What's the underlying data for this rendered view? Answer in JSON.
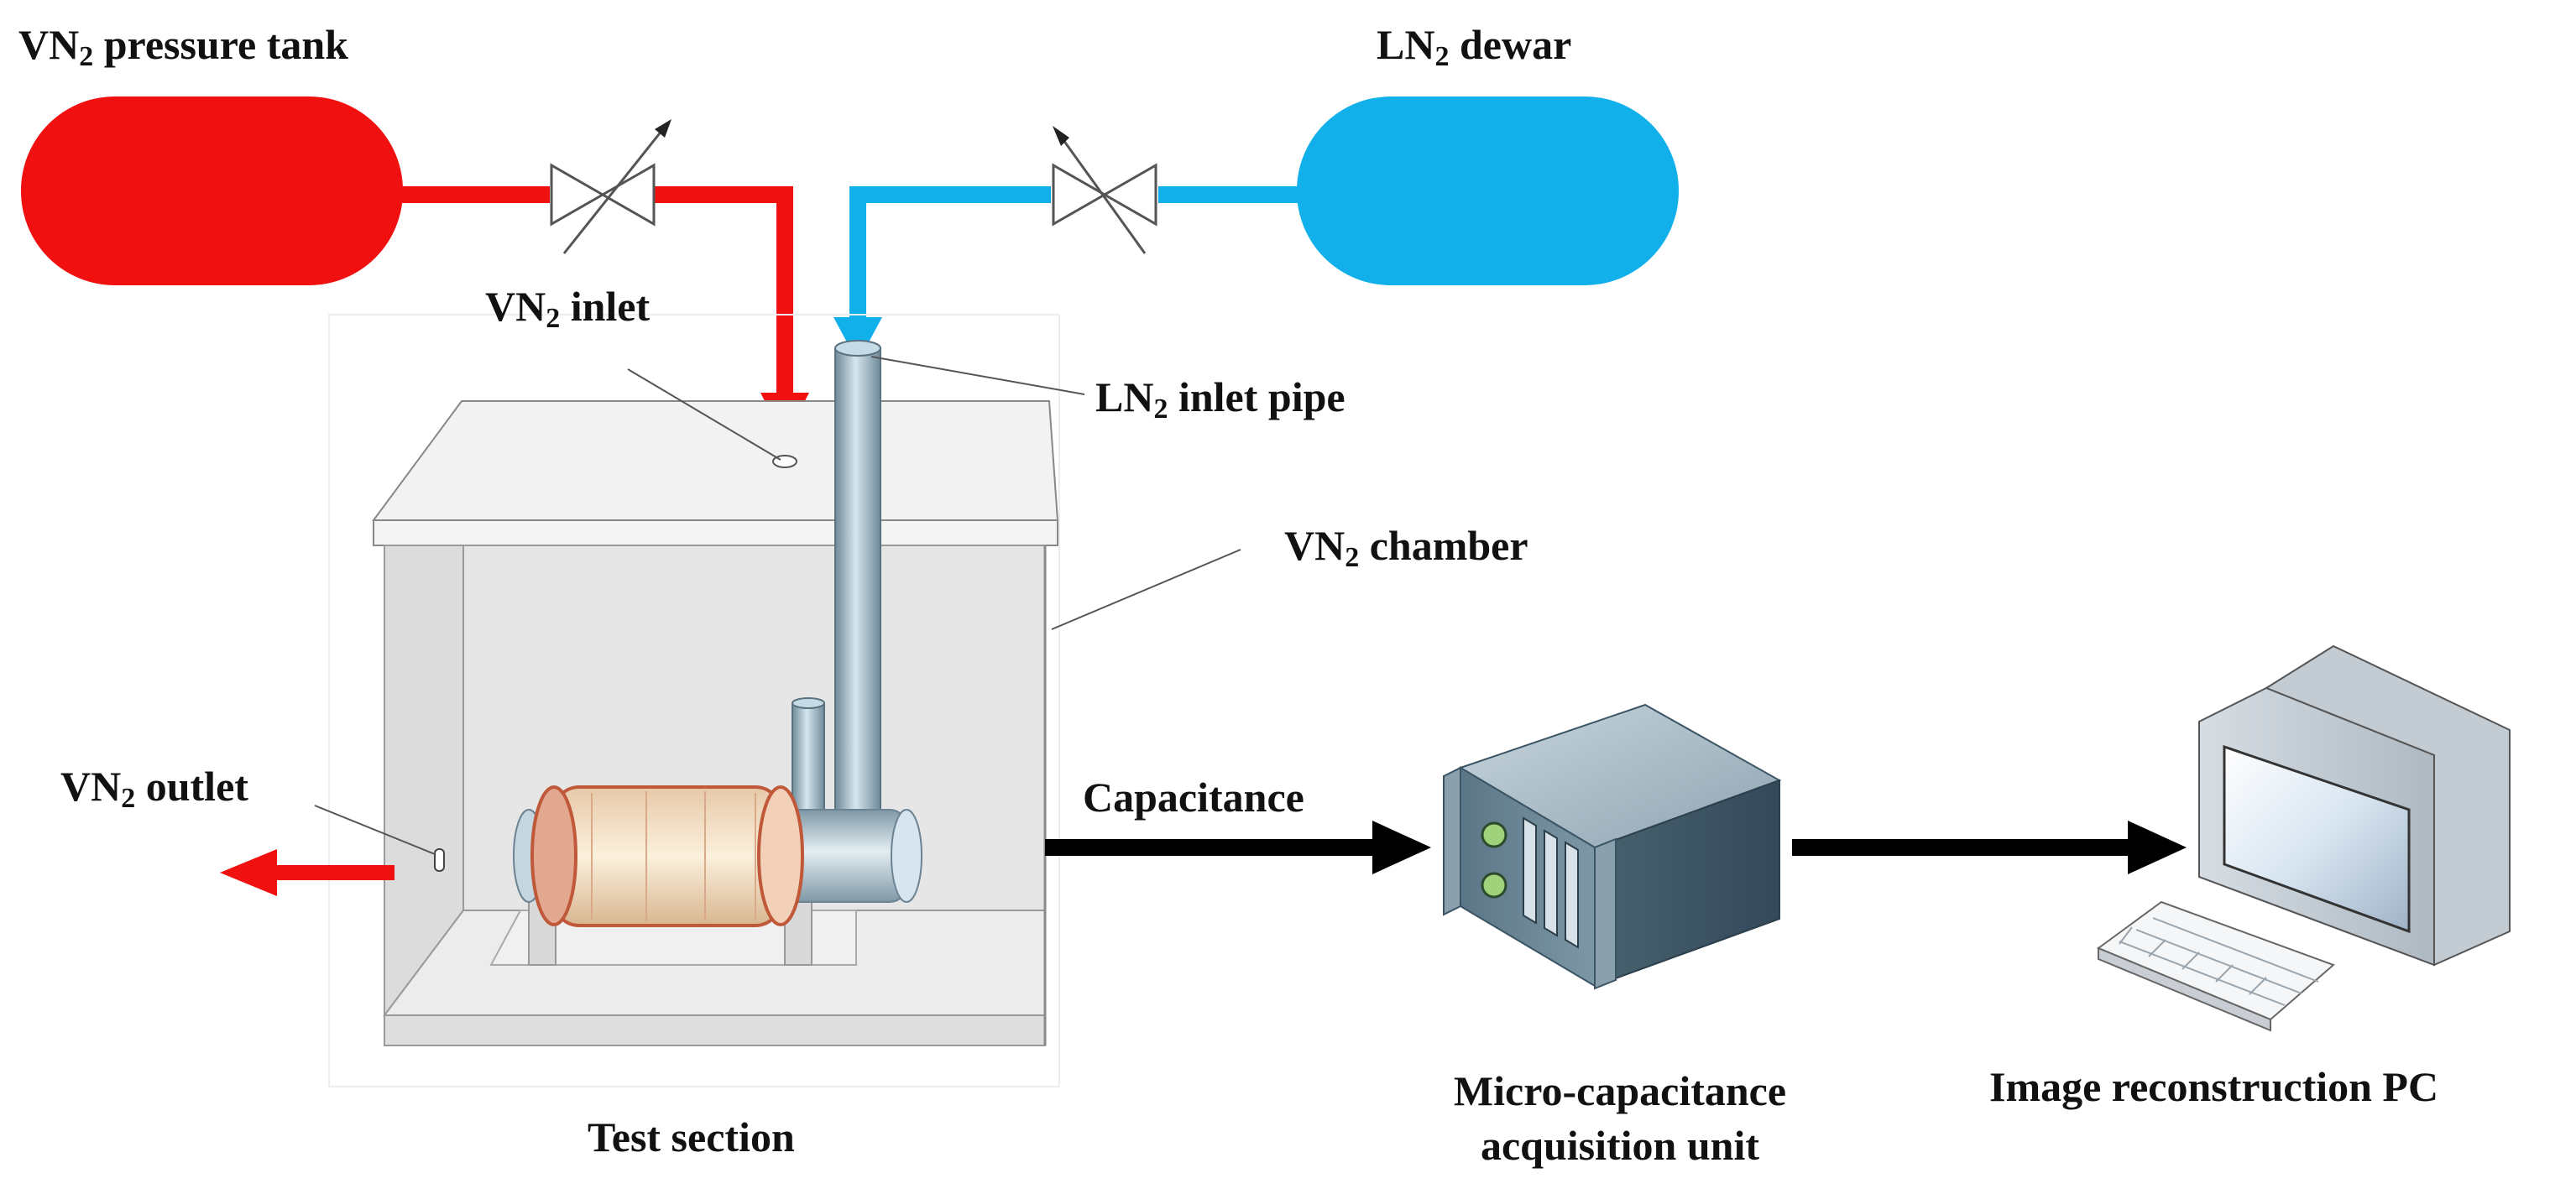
{
  "colors": {
    "vn2": "#f01010",
    "ln2": "#12b0ea",
    "arrow": "#000000",
    "chamber": "#e8e8e8",
    "steel": "#9fb6c4"
  },
  "labels": {
    "vn2_tank": {
      "pre": "VN",
      "sub": "2",
      "post": " pressure tank"
    },
    "ln2_dewar": {
      "pre": "LN",
      "sub": "2",
      "post": " dewar"
    },
    "vn2_inlet": {
      "pre": "VN",
      "sub": "2",
      "post": " inlet"
    },
    "ln2_inlet_pipe": {
      "pre": "LN",
      "sub": "2",
      "post": " inlet pipe"
    },
    "vn2_chamber": {
      "pre": "VN",
      "sub": "2",
      "post": " chamber"
    },
    "vn2_outlet": {
      "pre": "VN",
      "sub": "2",
      "post": " outlet"
    },
    "capacitance": "Capacitance",
    "test_section": "Test section",
    "acq_line1": "Micro-capacitance",
    "acq_line2": "acquisition unit",
    "pc": "Image reconstruction PC"
  }
}
